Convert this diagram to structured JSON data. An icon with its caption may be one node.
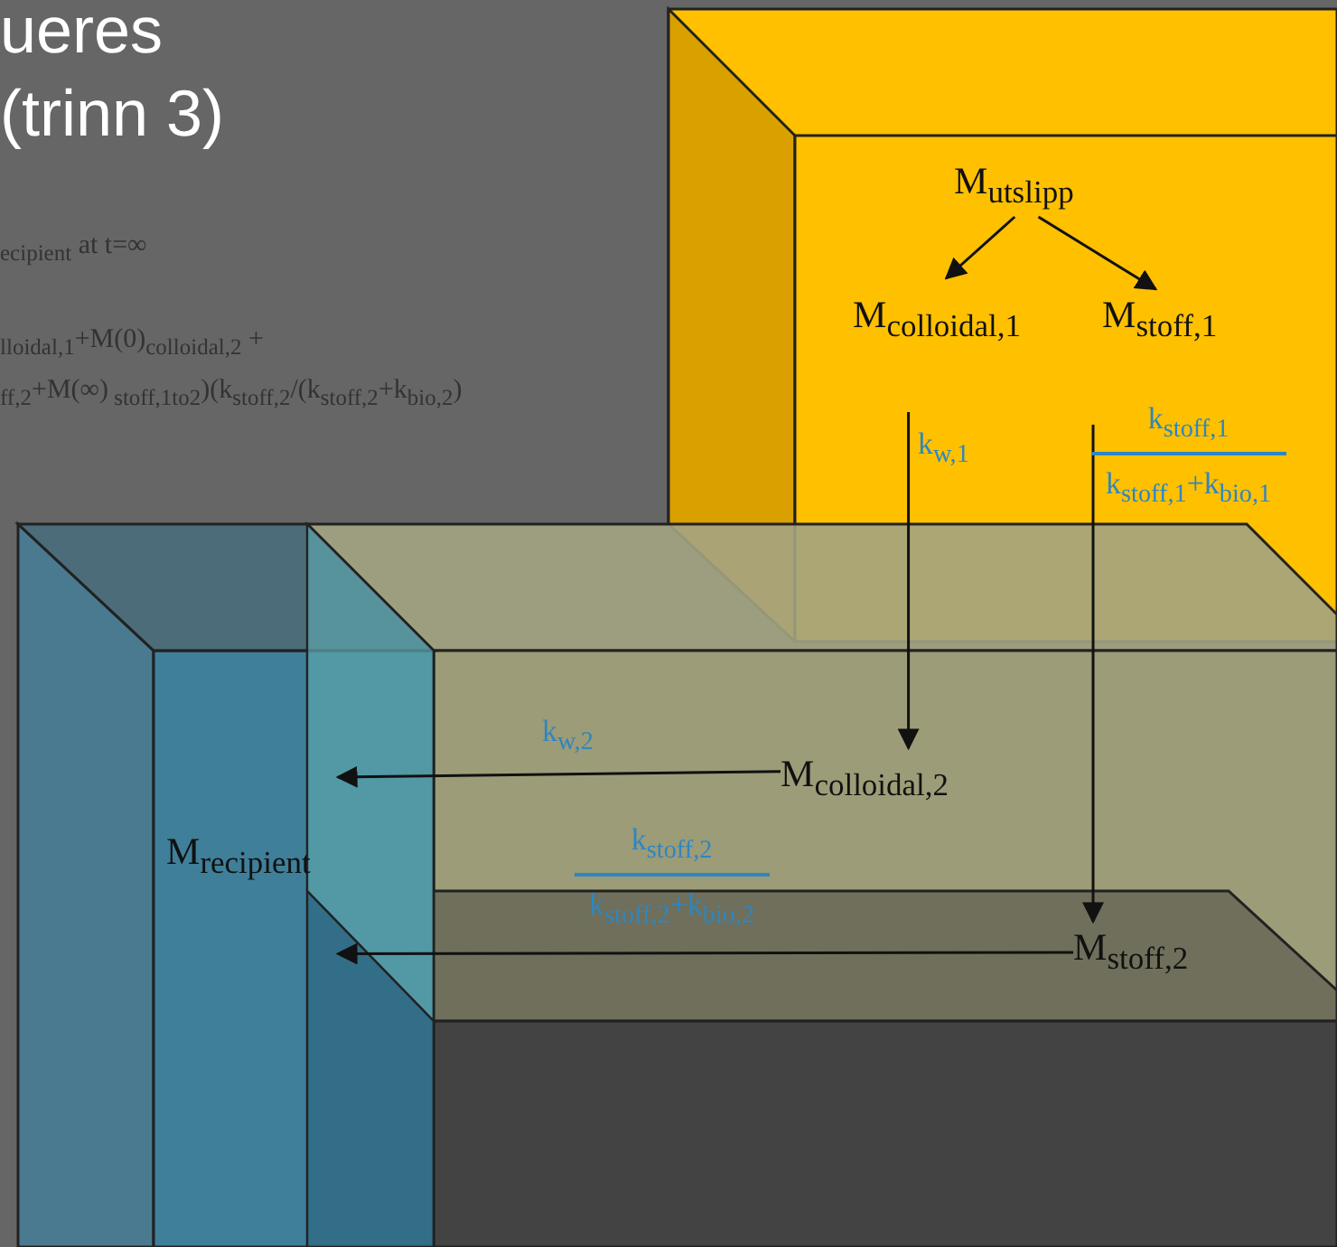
{
  "diagram": {
    "title": "ueres (trinn 3)",
    "nodes": [
      {
        "text": [
          "M$_{utslipp}$"
        ]
      },
      {
        "text": [
          "M$_{colloidal,1}$"
        ]
      },
      {
        "text": [
          "M$_{stoff,1}$"
        ]
      },
      {
        "text": [
          "M$_{colloidal,2}$"
        ]
      },
      {
        "text": [
          "M$_{stoff,2}$"
        ]
      },
      {
        "text": [
          "M$_{recipient}$"
        ]
      }
    ],
    "edges": [
      {
        "from": 0,
        "to": 1,
        "arrow": "to"
      },
      {
        "from": 0,
        "to": 2,
        "arrow": "to"
      },
      {
        "from": 1,
        "to": 3,
        "arrow": "to",
        "label": "k$_{w,1}$"
      },
      {
        "from": 2,
        "to": 4,
        "arrow": "to",
        "label": "k$_{stoff,1}$ k$_{stoff,1}$+k$_{bio,1}$"
      },
      {
        "from": 3,
        "to": 5,
        "arrow": "to",
        "label": "k$_{w,2}$"
      },
      {
        "from": 4,
        "to": 5,
        "arrow": "to",
        "label": "k$_{stoff,2}$ k$_{stoff,2}$+k$_{bio,2}$"
      }
    ],
    "labels": [
      "$_{ecipient}$ at t=∞",
      "$_{lloidal,1}$+M(0)$_{colloidal,2}$ +",
      "$_{ff,2}$+M(∞)$_{ stoff,1to2}$)(k$_{stoff,2}$/(k$_{stoff,2}$+k$_{bio,2}$)"
    ]
  }
}
